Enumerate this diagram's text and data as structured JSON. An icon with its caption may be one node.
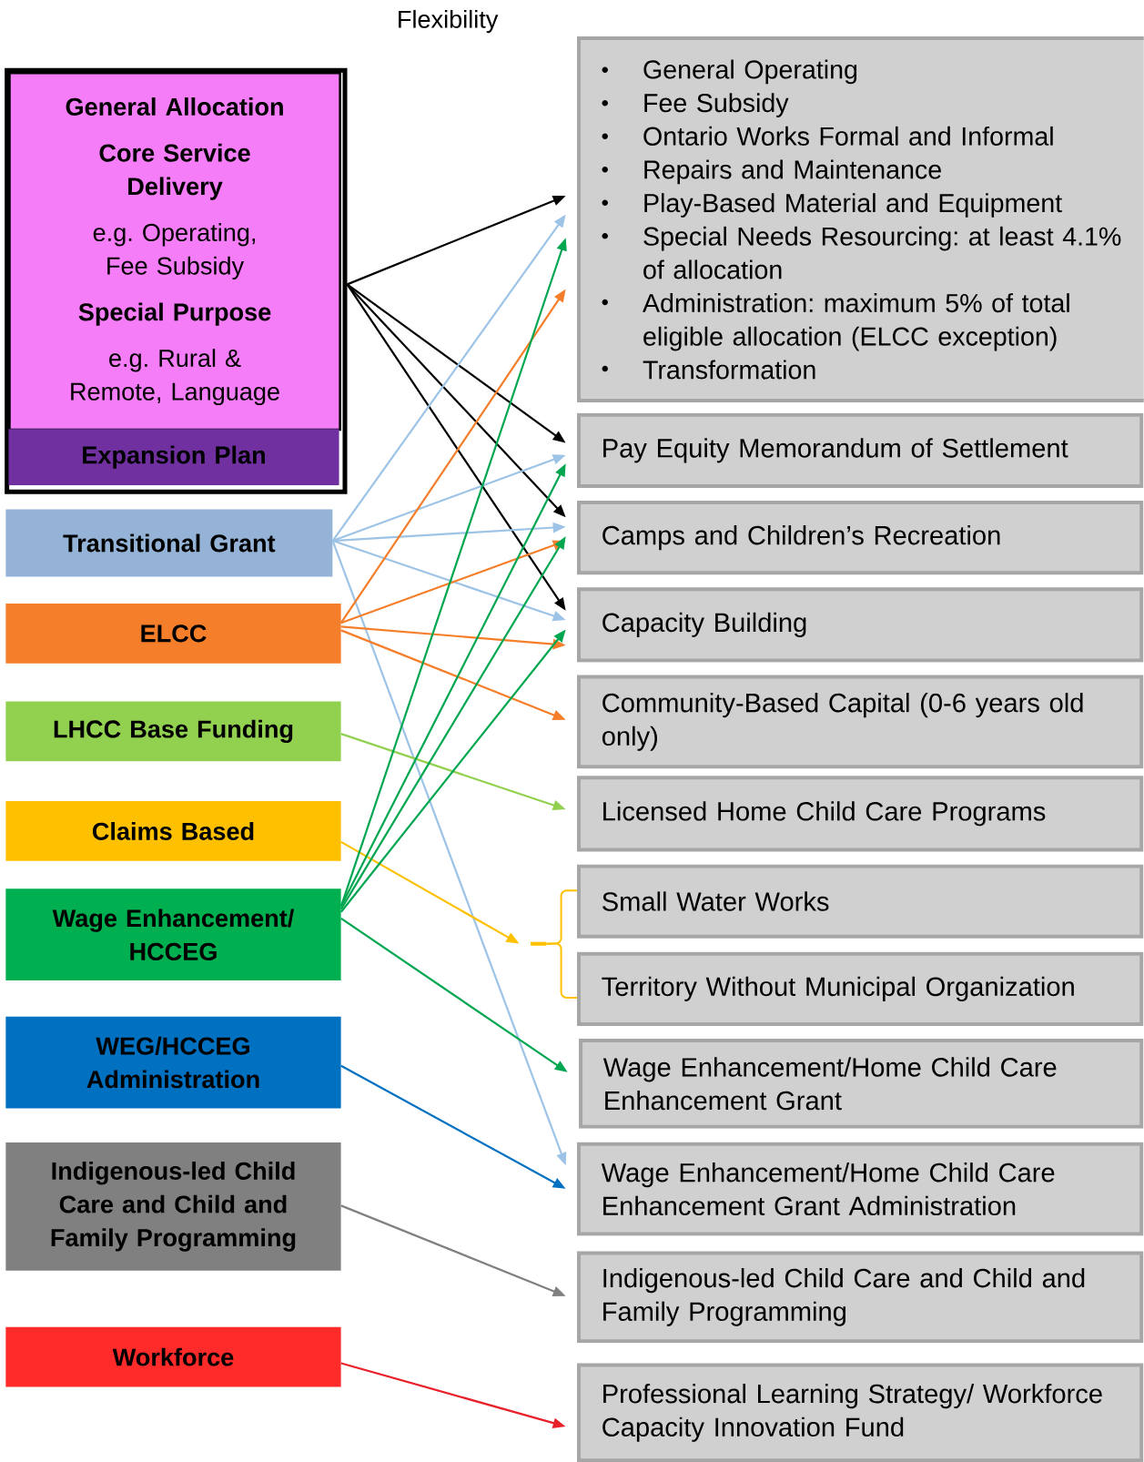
{
  "diagram": {
    "title": "Flexibility",
    "nodes": [
      {
        "text": [],
        "shape": "box"
      },
      {
        "text": [
          "General Allocation",
          "Core Service Delivery",
          "e.g. Operating, Fee Subsidy",
          "Special Purpose",
          "e.g. Rural & Remote, Language"
        ],
        "in": 0
      },
      {
        "text": [
          "Expansion Plan"
        ],
        "in": 0
      },
      {
        "text": [
          "Transitional Grant"
        ]
      },
      {
        "text": [
          "ELCC"
        ]
      },
      {
        "text": [
          "LHCC Base Funding"
        ]
      },
      {
        "text": [
          "Claims Based"
        ]
      },
      {
        "text": [
          "Wage Enhancement/ HCCEG"
        ]
      },
      {
        "text": [
          "WEG/HCCEG Administration"
        ]
      },
      {
        "text": [
          "Indigenous-led Child Care and Child and Family Programming"
        ]
      },
      {
        "text": [
          "Workforce"
        ]
      },
      {
        "text": [
          "General Operating",
          "Fee Subsidy",
          "Ontario Works Formal and Informal",
          "Repairs and Maintenance",
          "Play-Based Material and Equipment",
          "Special Needs Resourcing: at least 4.1% of allocation",
          "Administration: maximum 5% of total eligible allocation (ELCC exception)",
          "Transformation"
        ]
      },
      {
        "text": [
          "Pay Equity Memorandum of Settlement"
        ]
      },
      {
        "text": [
          "Camps and Children’s Recreation"
        ]
      },
      {
        "text": [
          "Capacity Building"
        ]
      },
      {
        "text": [
          "Community-Based Capital (0-6 years old only)"
        ]
      },
      {
        "text": [
          "Licensed Home Child Care Programs"
        ]
      },
      {
        "text": [
          "Small Water Works"
        ]
      },
      {
        "text": [
          "Territory Without Municipal Organization"
        ]
      },
      {
        "text": [
          "Wage Enhancement/Home Child Care Enhancement Grant"
        ]
      },
      {
        "text": [
          "Wage Enhancement/Home Child Care Enhancement Grant Administration"
        ]
      },
      {
        "text": [
          "Indigenous-led Child Care and Child and Family Programming"
        ]
      },
      {
        "text": [
          "Professional Learning Strategy/ Workforce Capacity Innovation Fund"
        ]
      },
      {
        "text": [],
        "shape": "bracket"
      }
    ],
    "edges": [
      {
        "from": 0,
        "to": 11,
        "arrow": "to",
        "color": "#000000"
      },
      {
        "from": 0,
        "to": 12,
        "arrow": "to",
        "color": "#000000"
      },
      {
        "from": 0,
        "to": 13,
        "arrow": "to",
        "color": "#000000"
      },
      {
        "from": 0,
        "to": 14,
        "arrow": "to",
        "color": "#000000"
      },
      {
        "from": 3,
        "to": 11,
        "arrow": "to",
        "color": "#9dc3e6"
      },
      {
        "from": 3,
        "to": 12,
        "arrow": "to",
        "color": "#9dc3e6"
      },
      {
        "from": 3,
        "to": 13,
        "arrow": "to",
        "color": "#9dc3e6"
      },
      {
        "from": 3,
        "to": 14,
        "arrow": "to",
        "color": "#9dc3e6"
      },
      {
        "from": 3,
        "to": 20,
        "arrow": "to",
        "color": "#9dc3e6"
      },
      {
        "from": 4,
        "to": 11,
        "arrow": "to",
        "color": "#f47e2a"
      },
      {
        "from": 4,
        "to": 13,
        "arrow": "to",
        "color": "#f47e2a"
      },
      {
        "from": 4,
        "to": 14,
        "arrow": "to",
        "color": "#f47e2a"
      },
      {
        "from": 4,
        "to": 15,
        "arrow": "to",
        "color": "#f47e2a"
      },
      {
        "from": 5,
        "to": 16,
        "arrow": "to",
        "color": "#92d050"
      },
      {
        "from": 6,
        "to": 23,
        "arrow": "to",
        "color": "#ffc000"
      },
      {
        "from": 23,
        "to": 17,
        "arrow": "none",
        "color": "#ffc000"
      },
      {
        "from": 23,
        "to": 18,
        "arrow": "none",
        "color": "#ffc000"
      },
      {
        "from": 7,
        "to": 11,
        "arrow": "to",
        "color": "#00a650"
      },
      {
        "from": 7,
        "to": 12,
        "arrow": "to",
        "color": "#00a650"
      },
      {
        "from": 7,
        "to": 13,
        "arrow": "to",
        "color": "#00a650"
      },
      {
        "from": 7,
        "to": 14,
        "arrow": "to",
        "color": "#00a650"
      },
      {
        "from": 7,
        "to": 19,
        "arrow": "to",
        "color": "#00a650"
      },
      {
        "from": 8,
        "to": 20,
        "arrow": "to",
        "color": "#0070c0"
      },
      {
        "from": 9,
        "to": 21,
        "arrow": "to",
        "color": "#808080"
      },
      {
        "from": 10,
        "to": 22,
        "arrow": "to",
        "color": "#e8202a"
      }
    ]
  }
}
